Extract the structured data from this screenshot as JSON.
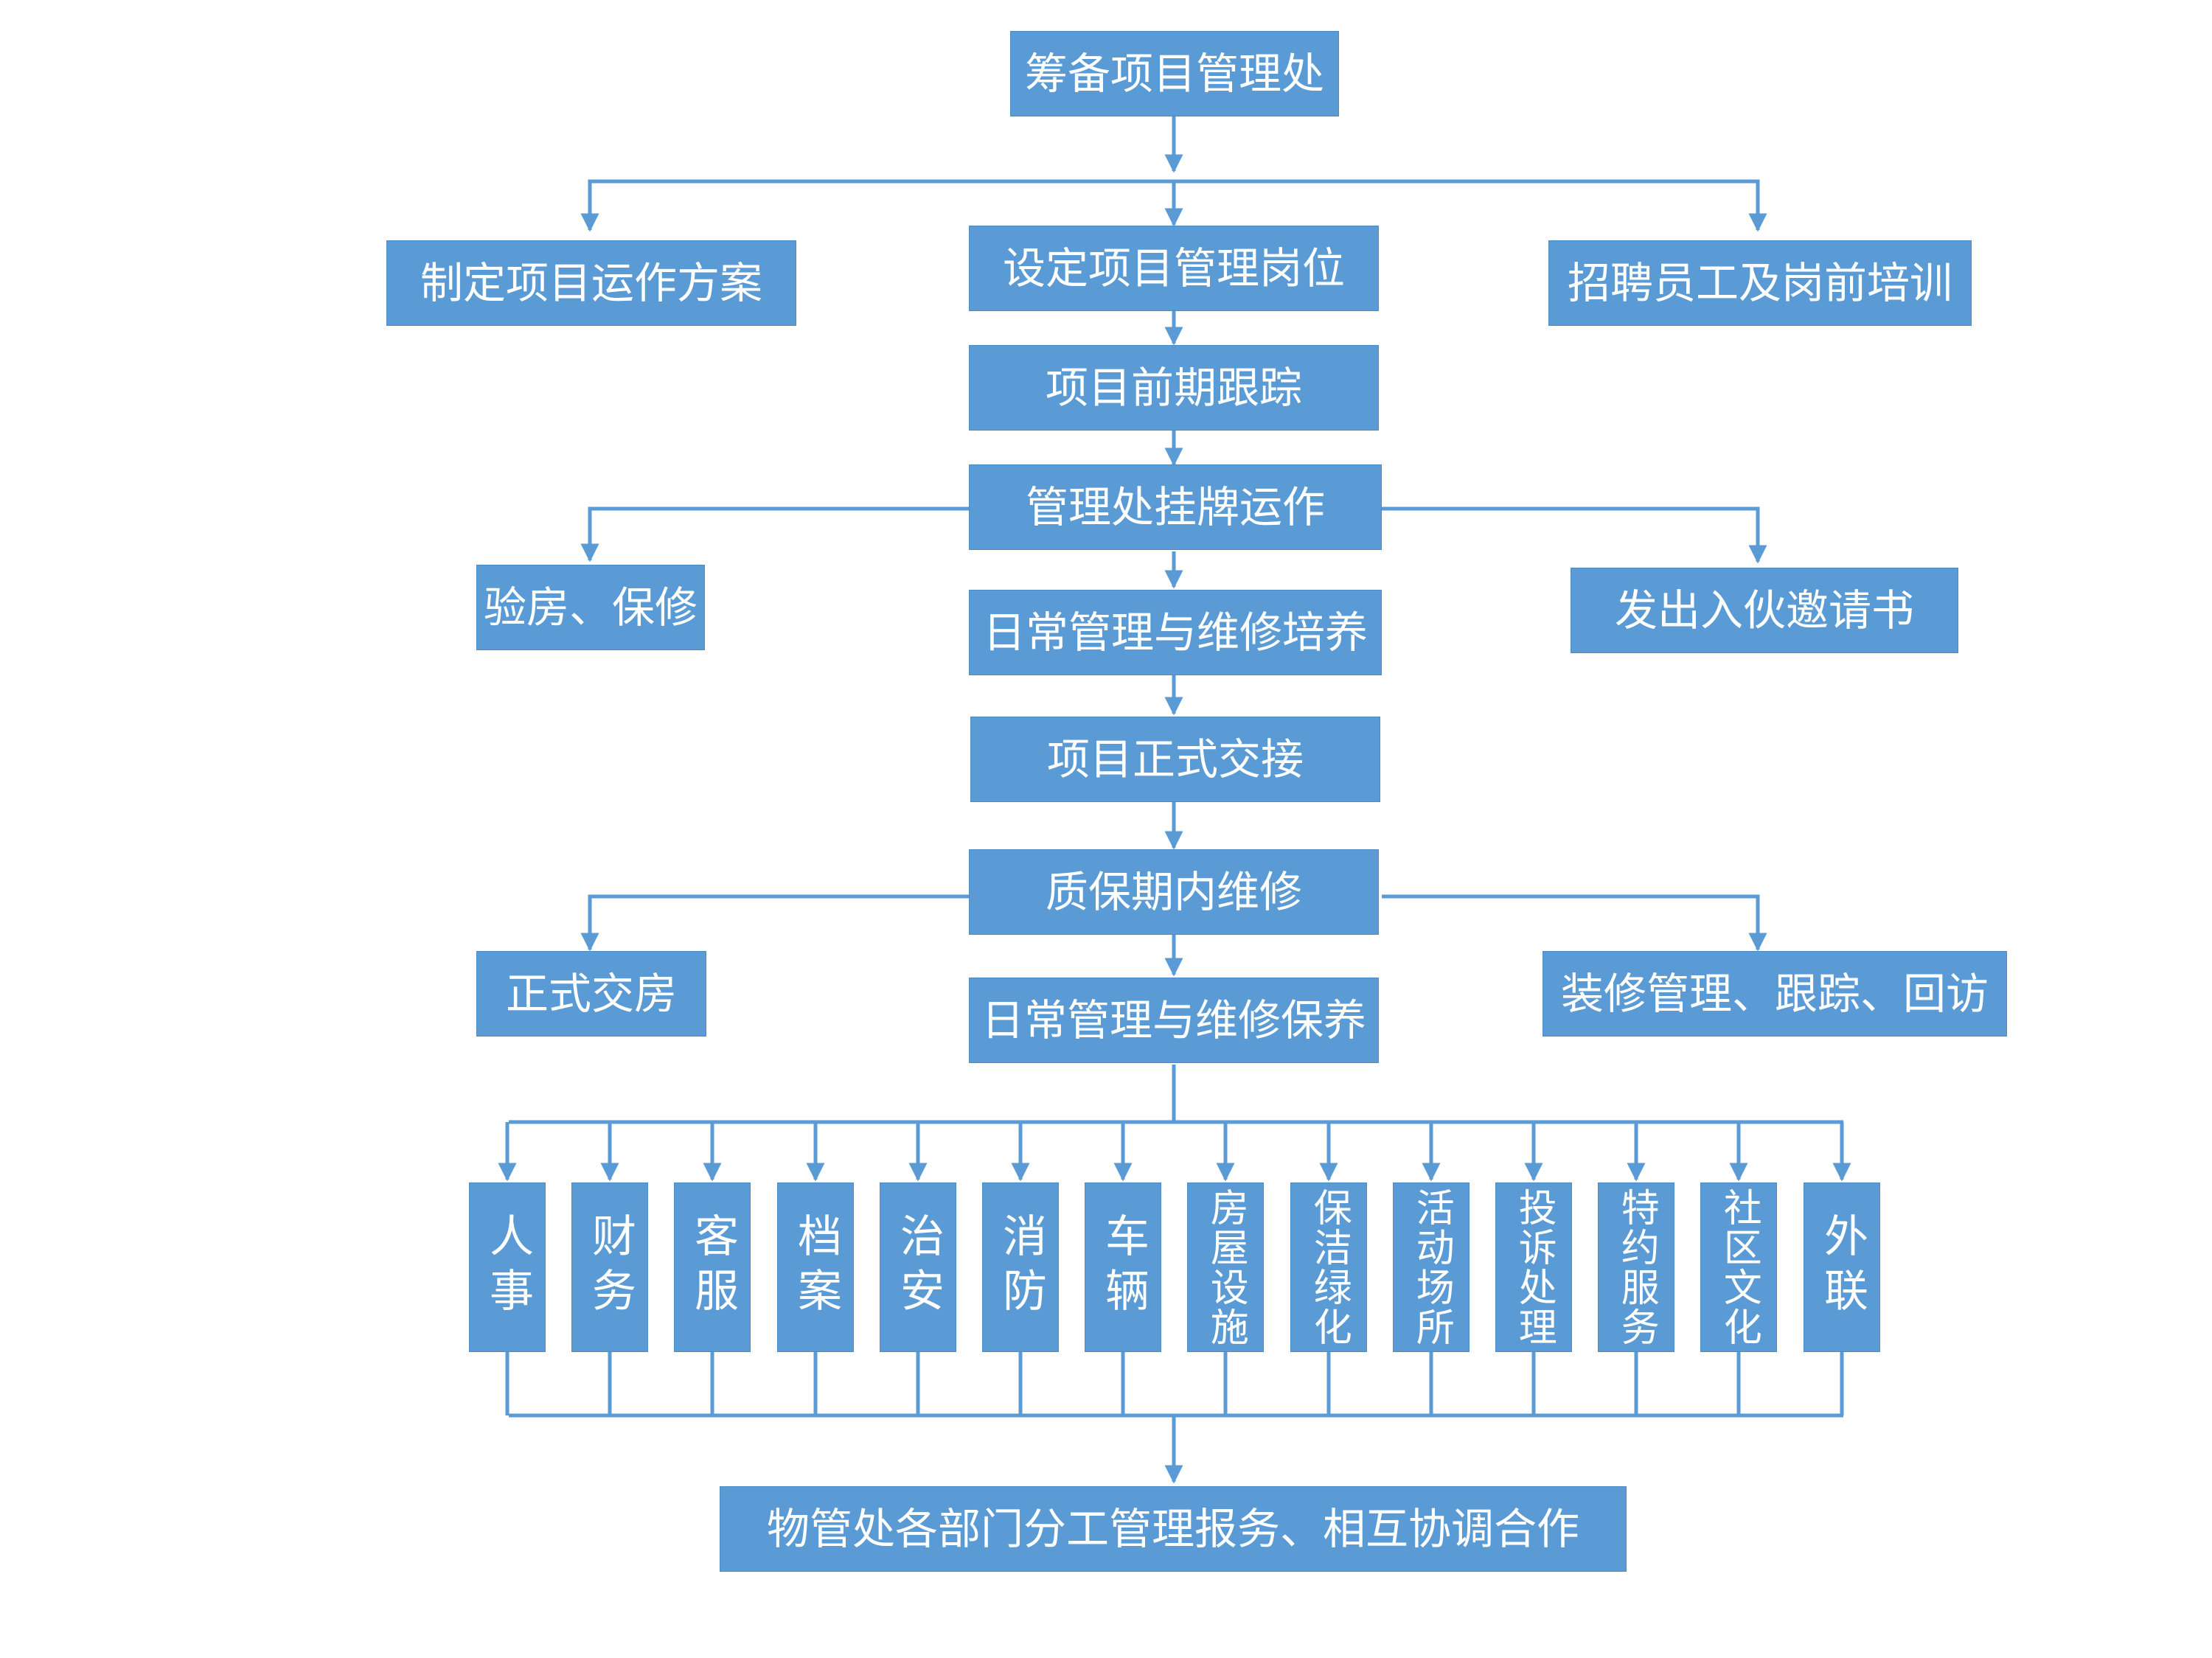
{
  "diagram": {
    "top": "筹备项目管理处",
    "left_plan": "制定项目运作方案",
    "setup_posts": "设定项目管理岗位",
    "recruit": "招聘员工及岗前培训",
    "tracking": "项目前期跟踪",
    "operation": "管理处挂牌运作",
    "inspect_repair": "验房、保修",
    "send_notice": "发出入伙邀请书",
    "daily_training": "日常管理与维修培养",
    "handover": "项目正式交接",
    "warranty": "质保期内维修",
    "formal_delivery": "正式交房",
    "decoration": "装修管理、跟踪、回访",
    "daily_maintenance": "日常管理与维修保养",
    "departments": [
      "人事",
      "财务",
      "客服",
      "档案",
      "治安",
      "消防",
      "车辆",
      "房屋设施",
      "保洁绿化",
      "活动场所",
      "投诉处理",
      "特约服务",
      "社区文化",
      "外联"
    ],
    "bottom": "物管处各部门分工管理报务、相互协调合作"
  },
  "colors": {
    "box": "#5b9bd5",
    "line": "#5b9bd5",
    "text": "#ffffff"
  }
}
